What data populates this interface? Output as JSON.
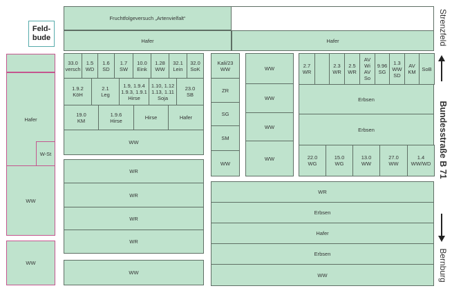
{
  "field_hut": "Feld-\nbude",
  "top": {
    "title": "Fruchtfolgeversuch „Artenvielfalt“",
    "hafer_left": "Hafer",
    "hafer_right": "Hafer"
  },
  "left": {
    "top_empty": "",
    "hafer": "Hafer",
    "w_st": "W-St",
    "ww": "WW",
    "ww_bottom": "WW"
  },
  "block_a": {
    "row1": [
      "33.0\nversch",
      "1.5\nWD",
      "1.6\nSD",
      "1.7\nSW",
      "10.0\nEink",
      "1.28\nWW",
      "32.1\nLein",
      "32.0\nSoK"
    ],
    "row2": [
      "1.9.2\nKöH",
      "2.1\nLeg",
      "1.9, 1.9.4\n1.9.3, 1.9.1\nHirse",
      "1.10, 1.12\n1.13, 1.11\nSoja",
      "23.0\nSB"
    ],
    "row3": [
      "19.0\nKM",
      "1.9.6\nHirse",
      "Hirse",
      "Hafer"
    ],
    "row4": "WW"
  },
  "block_b": {
    "rows": [
      "WR",
      "WR",
      "WR",
      "WR"
    ],
    "bottom": "WW"
  },
  "column_c": [
    "Kali/23\nWW",
    "ZR",
    "SG",
    "SM",
    "WW"
  ],
  "column_d": [
    "WW",
    "WW",
    "WW",
    "WW"
  ],
  "block_e": {
    "row1": [
      "2.7\nWR",
      "",
      "2.3\nWR",
      "2.5\nWR",
      "AV\nWi\nAV\nSo",
      "9.96\nSG",
      "1.3\nWW\nSD",
      "AV\nKM",
      "SoB"
    ],
    "row2": "Erbsen",
    "row3": "Erbsen",
    "row4": [
      "22.0\nWG",
      "15.0\nWG",
      "13.0\nWW",
      "27.0\nWW",
      "1.4\nWW/WD"
    ]
  },
  "block_f": [
    "WR",
    "Erbsen",
    "Hafer",
    "Erbsen",
    "WW"
  ],
  "side": {
    "north": "Strenzfeld",
    "road": "Bundesstraße B 71",
    "south": "Bernburg"
  }
}
